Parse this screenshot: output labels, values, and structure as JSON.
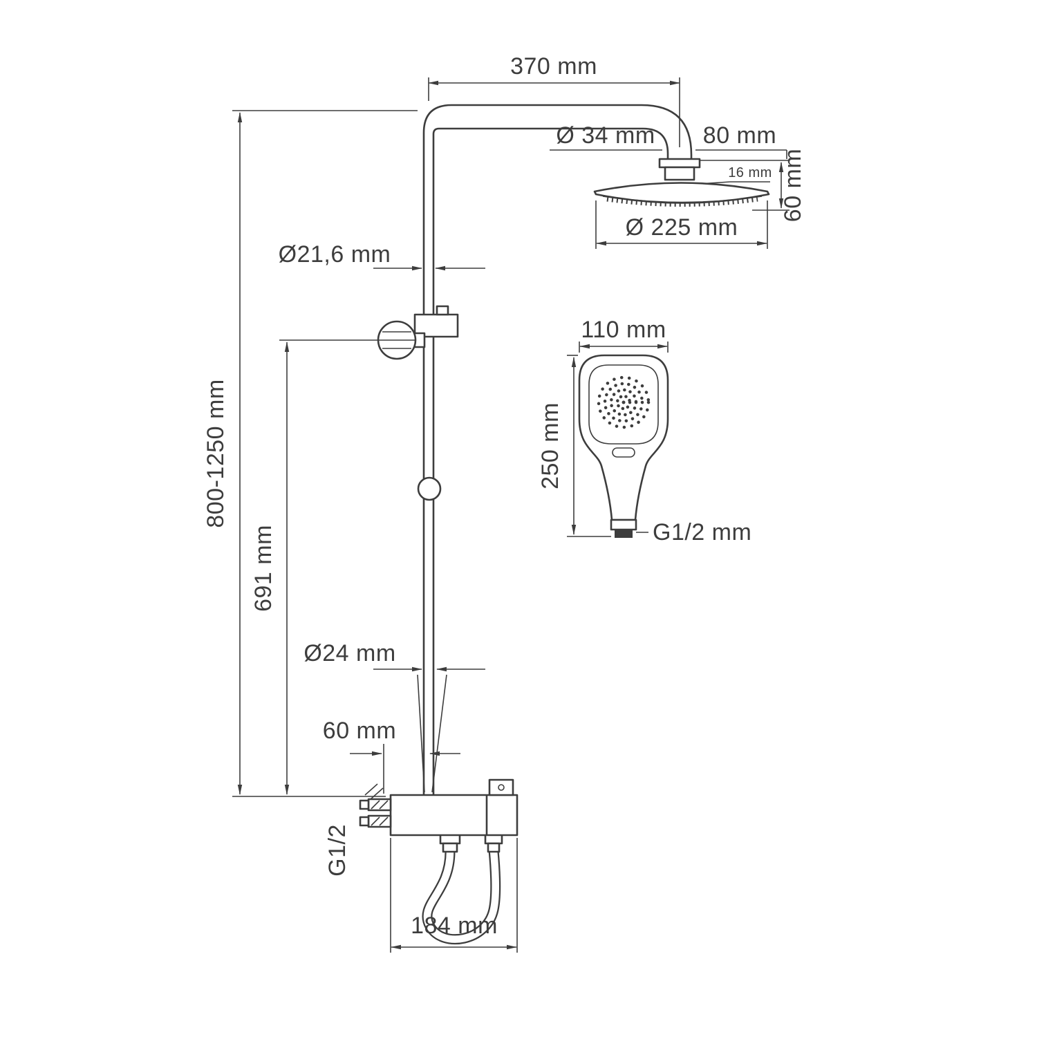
{
  "accent_color": "#3d3d3d",
  "dims": {
    "arm_length": "370 mm",
    "arm_tube_diameter": "Ø 34 mm",
    "head_offset": "80 mm",
    "head_rim": "16 mm",
    "head_height": "60 mm",
    "head_diameter": "Ø 225 mm",
    "upper_pipe_diameter": "Ø21,6 mm",
    "overall_height": "800-1250 mm",
    "bracket_height": "691 mm",
    "hand_width": "110 mm",
    "hand_length": "250 mm",
    "hand_thread": "G1/2 mm",
    "lower_pipe_diameter": "Ø24 mm",
    "outlet_offset": "60 mm",
    "mixer_thread": "G1/2",
    "mixer_width": "184 mm"
  }
}
